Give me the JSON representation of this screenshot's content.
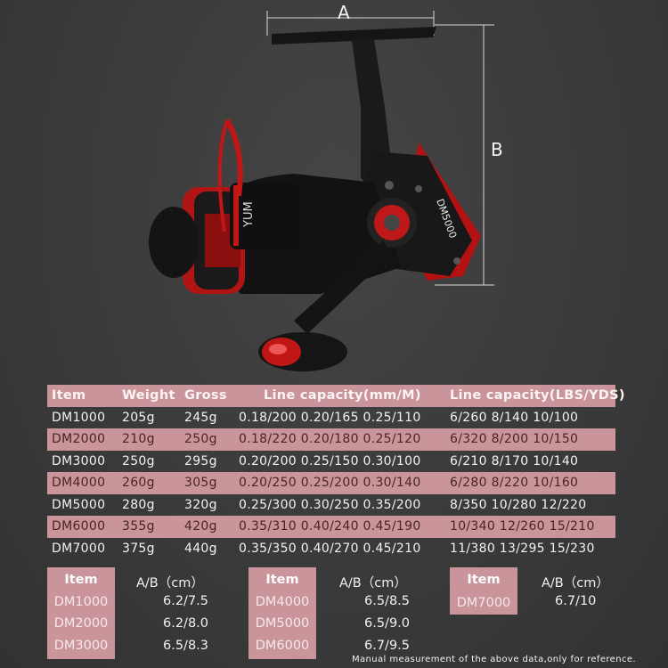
{
  "image": {
    "dim_a": "A",
    "dim_b": "B",
    "reel_model_text": "DM5000",
    "reel_brand_text": "YUM"
  },
  "spec_table": {
    "headers": [
      "Item",
      "Weight",
      "Gross",
      "Line capacity(mm/M)",
      "Line capacity(LBS/YDS)"
    ],
    "rows": [
      [
        "DM1000",
        "205g",
        "245g",
        "0.18/200 0.20/165 0.25/110",
        "6/260 8/140 10/100"
      ],
      [
        "DM2000",
        "210g",
        "250g",
        "0.18/220 0.20/180 0.25/120",
        "6/320 8/200 10/150"
      ],
      [
        "DM3000",
        "250g",
        "295g",
        "0.20/200 0.25/150 0.30/100",
        "6/210 8/170 10/140"
      ],
      [
        "DM4000",
        "260g",
        "305g",
        "0.20/250 0.25/200 0.30/140",
        "6/280 8/220 10/160"
      ],
      [
        "DM5000",
        "280g",
        "320g",
        "0.25/300 0.30/250 0.35/200",
        "8/350 10/280 12/220"
      ],
      [
        "DM6000",
        "355g",
        "420g",
        "0.35/310 0.40/240 0.45/190",
        "10/340 12/260 15/210"
      ],
      [
        "DM7000",
        "375g",
        "440g",
        "0.35/350 0.40/270 0.45/210",
        "11/380 13/295 15/230"
      ]
    ]
  },
  "dimension_tables": [
    {
      "header_item": "Item",
      "header_ab": "A/B（cm）",
      "rows": [
        {
          "item": "DM1000",
          "ab": "6.2/7.5"
        },
        {
          "item": "DM2000",
          "ab": "6.2/8.0"
        },
        {
          "item": "DM3000",
          "ab": "6.5/8.3"
        }
      ]
    },
    {
      "header_item": "Item",
      "header_ab": "A/B（cm）",
      "rows": [
        {
          "item": "DM4000",
          "ab": "6.5/8.5"
        },
        {
          "item": "DM5000",
          "ab": "6.5/9.0"
        },
        {
          "item": "DM6000",
          "ab": "6.7/9.5"
        }
      ]
    },
    {
      "header_item": "Item",
      "header_ab": "A/B（cm）",
      "rows": [
        {
          "item": "DM7000",
          "ab": "6.7/10"
        }
      ]
    }
  ],
  "note": "Manual measurement of the above data,only for reference.",
  "colors": {
    "background": "#3b3b3b",
    "accent_pink": "#c9959a",
    "reel_red": "#c01616"
  }
}
